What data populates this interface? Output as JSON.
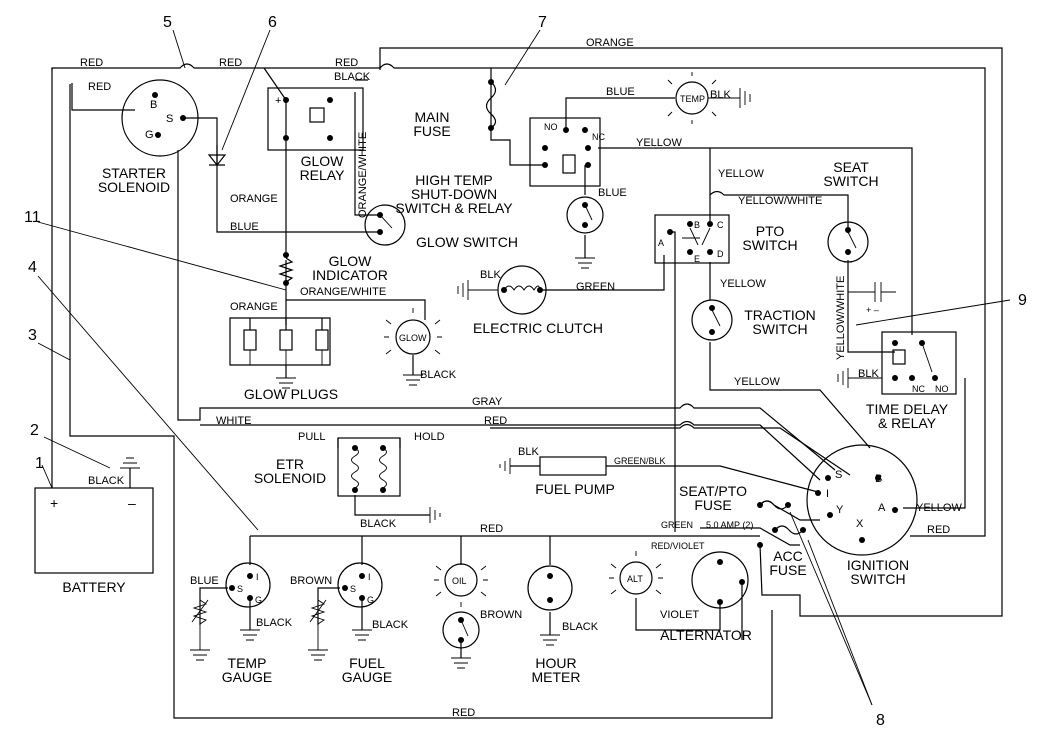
{
  "components": {
    "starter_solenoid": "STARTER\nSOLENOID",
    "glow_relay": "GLOW\nRELAY",
    "main_fuse": "MAIN\nFUSE",
    "high_temp": "HIGH TEMP\nSHUT-DOWN\nSWITCH & RELAY",
    "seat_switch": "SEAT\nSWITCH",
    "glow_switch": "GLOW SWITCH",
    "pto_switch": "PTO\nSWITCH",
    "glow_indicator": "GLOW\nINDICATOR",
    "electric_clutch": "ELECTRIC CLUTCH",
    "traction_switch": "TRACTION\nSWITCH",
    "glow_plugs": "GLOW PLUGS",
    "time_delay": "TIME DELAY\n& RELAY",
    "etr_solenoid": "ETR\nSOLENOID",
    "fuel_pump": "FUEL PUMP",
    "seat_pto_fuse": "SEAT/PTO\nFUSE",
    "ignition_switch": "IGNITION\nSWITCH",
    "battery": "BATTERY",
    "acc_fuse": "ACC\nFUSE",
    "temp_gauge": "TEMP\nGAUGE",
    "fuel_gauge": "FUEL\nGAUGE",
    "hour_meter": "HOUR\nMETER",
    "alternator": "ALTERNATOR"
  },
  "wires": {
    "red": "RED",
    "black": "BLACK",
    "blk": "BLK",
    "orange": "ORANGE",
    "orange_white": "ORANGE/WHITE",
    "blue": "BLUE",
    "yellow": "YELLOW",
    "yellow_white": "YELLOW/WHITE",
    "green": "GREEN",
    "gray": "GRAY",
    "white": "WHITE",
    "green_blk": "GREEN/BLK",
    "brown": "BROWN",
    "red_violet": "RED/VIOLET",
    "violet": "VIOLET",
    "amp": "5.0 AMP (2)"
  },
  "terminals": {
    "b": "B",
    "s": "S",
    "g": "G",
    "plus": "+",
    "minus": "–",
    "no": "NO",
    "nc": "NC",
    "a": "A",
    "c": "C",
    "d": "D",
    "e": "E",
    "i": "I",
    "y": "Y",
    "x": "X",
    "pull": "PULL",
    "hold": "HOLD",
    "pm": "+  –"
  },
  "lamps": {
    "temp": "TEMP",
    "glow": "GLOW",
    "oil": "OIL",
    "alt": "ALT"
  },
  "callouts": [
    "1",
    "2",
    "3",
    "4",
    "5",
    "6",
    "7",
    "8",
    "9",
    "11"
  ]
}
